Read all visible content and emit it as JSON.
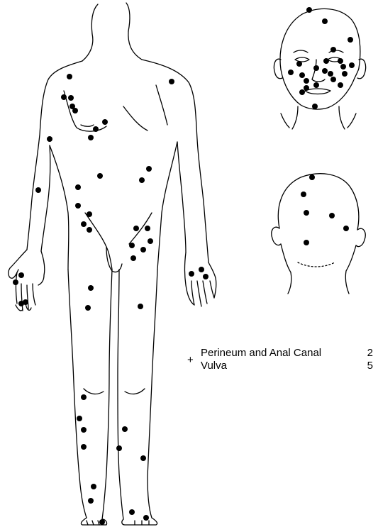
{
  "legend": {
    "symbol": "+",
    "items": [
      {
        "label": "Perineum and Anal Canal",
        "count": "2"
      },
      {
        "label": "Vulva",
        "count": "5"
      }
    ]
  },
  "colors": {
    "ink": "#000000",
    "background": "#ffffff"
  },
  "icons": [
    "body-front-outline",
    "face-front-outline",
    "head-back-outline",
    "lesion-dot"
  ]
}
